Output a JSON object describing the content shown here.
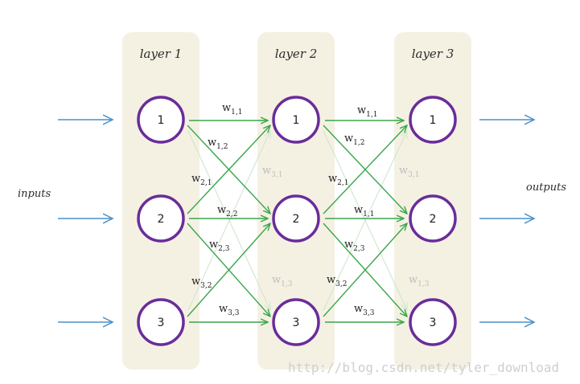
{
  "layers": [
    {
      "title": "layer 1",
      "nodes": [
        "1",
        "2",
        "3"
      ]
    },
    {
      "title": "layer 2",
      "nodes": [
        "1",
        "2",
        "3"
      ]
    },
    {
      "title": "layer 3",
      "nodes": [
        "1",
        "2",
        "3"
      ]
    }
  ],
  "inputs_label": "inputs",
  "outputs_label": "outputs",
  "weight_labels": {
    "l1_l2": [
      {
        "main": "w",
        "sub": "1,1",
        "faint": false
      },
      {
        "main": "w",
        "sub": "1,2",
        "faint": false
      },
      {
        "main": "w",
        "sub": "2,1",
        "faint": false
      },
      {
        "main": "w",
        "sub": "2,2",
        "faint": false
      },
      {
        "main": "w",
        "sub": "2,3",
        "faint": false
      },
      {
        "main": "w",
        "sub": "3,1",
        "faint": true
      },
      {
        "main": "w",
        "sub": "3,2",
        "faint": false
      },
      {
        "main": "w",
        "sub": "1,3",
        "faint": true
      },
      {
        "main": "w",
        "sub": "3,3",
        "faint": false
      }
    ],
    "l2_l3": [
      {
        "main": "w",
        "sub": "1,1",
        "faint": false
      },
      {
        "main": "w",
        "sub": "1,2",
        "faint": false
      },
      {
        "main": "w",
        "sub": "2,1",
        "faint": false
      },
      {
        "main": "w",
        "sub": "1,1",
        "faint": false
      },
      {
        "main": "w",
        "sub": "2,3",
        "faint": false
      },
      {
        "main": "w",
        "sub": "3,1",
        "faint": true
      },
      {
        "main": "w",
        "sub": "3,2",
        "faint": false
      },
      {
        "main": "w",
        "sub": "1,3",
        "faint": true
      },
      {
        "main": "w",
        "sub": "3,3",
        "faint": false
      }
    ]
  },
  "colors": {
    "panel": "#f4f1e3",
    "node_stroke": "#6a2c9a",
    "connection": "#3aa64a",
    "connection_faint": "#cfe6cf",
    "io_arrow": "#4a90c8"
  },
  "watermark": "http://blog.csdn.net/tyler_download"
}
